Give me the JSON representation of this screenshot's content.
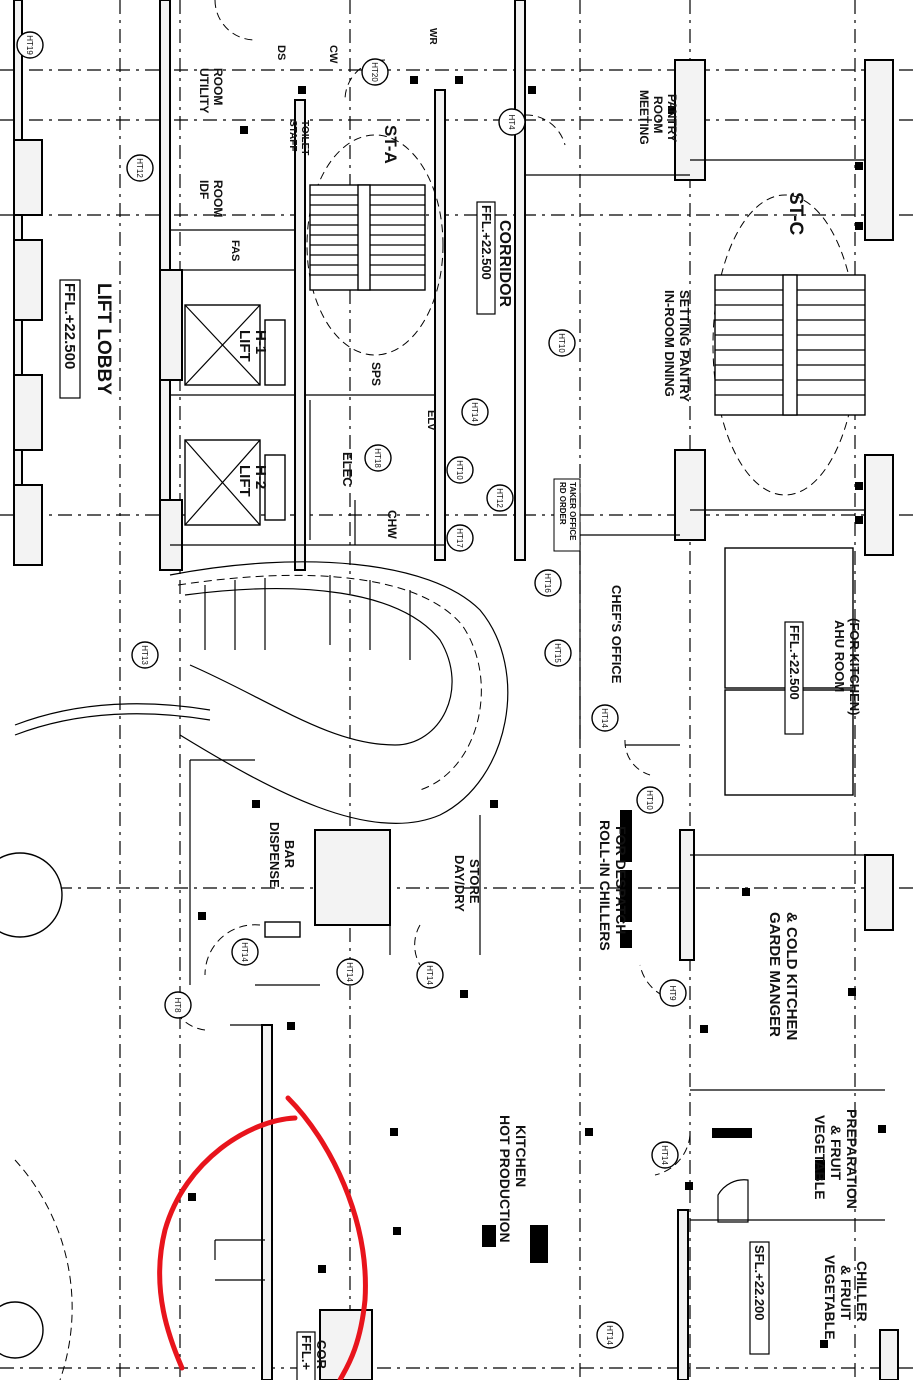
{
  "rooms": {
    "lift_lobby": "LIFT LOBBY",
    "lift_lobby_level": "FFL.+22.500",
    "utility_room": [
      "UTILITY",
      "ROOM"
    ],
    "staff_toilet": [
      "STAFF",
      "TOILET"
    ],
    "idf_room": [
      "IDF",
      "ROOM"
    ],
    "lift_1": [
      "LIFT",
      "H-1"
    ],
    "lift_2": [
      "LIFT",
      "H-2"
    ],
    "corridor": "CORRIDOR",
    "corridor_level": "FFL.+22.500",
    "st_a": "ST-A",
    "st_c": "ST-C",
    "meeting_pantry": [
      "MEETING",
      "ROOM",
      "PANTRY"
    ],
    "in_room_dining": [
      "IN-ROOM DINING",
      "SETTING PANTRY"
    ],
    "elec": "ELEC",
    "elv": "ELV",
    "chw": "CHW",
    "sps": "SPS",
    "fas": "FAS",
    "ds": "DS",
    "cw": "CW",
    "wr": "WR",
    "order_taker": [
      "RD ORDER",
      "TAKER OFFICE"
    ],
    "chefs_office": "CHEF'S OFFICE",
    "ahu_room": [
      "AHU ROOM",
      "(FOR KITCHEN)"
    ],
    "ahu_level": "FFL.+22.500",
    "dispense_bar": [
      "DISPENSE",
      "BAR"
    ],
    "day_dry_store": [
      "DAY/DRY",
      "STORE"
    ],
    "roll_in_chillers": [
      "ROLL-IN CHILLERS",
      "FOR DESPATCH"
    ],
    "garde_manger": [
      "GARDE MANGER",
      "& COLD KITCHEN"
    ],
    "hot_production": [
      "HOT PRODUCTION",
      "KITCHEN"
    ],
    "veg_prep": [
      "VEGETABLE",
      "& FRUIT",
      "PREPARATION"
    ],
    "veg_chiller": [
      "VEGETABLE",
      "& FRUIT",
      "CHILLER"
    ],
    "veg_chiller_level": "SFL.+22.200",
    "cor_partial": "COR",
    "cor_level_partial": "FFL.+"
  },
  "tags": {
    "ht14": "HT14",
    "ht12": "HT12",
    "ht13": "HT13",
    "ht15": "HT15",
    "ht16": "HT16",
    "ht17": "HT17",
    "ht18": "HT18",
    "ht10": "HT10",
    "ht8": "HT8",
    "ht9": "HT9",
    "ht20": "HT20",
    "ht4": "HT4",
    "ht19": "HT19"
  },
  "colors": {
    "markup_red": "#e8141c",
    "line": "#000000"
  }
}
